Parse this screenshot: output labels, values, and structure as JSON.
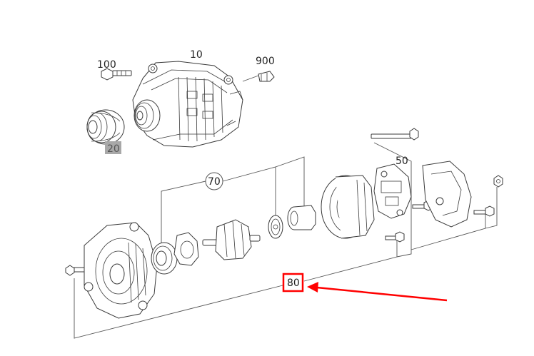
{
  "callouts": {
    "c100": "100",
    "c10": "10",
    "c900": "900",
    "c20": "20",
    "c70": "70",
    "c50": "50",
    "c80": "80"
  },
  "colors": {
    "highlight_box": "#ff0000",
    "arrow": "#ff0000",
    "label_20_background": "#a8a8a8",
    "line_art": "#3a3a3a"
  },
  "icons": {
    "arrow": "red-arrow-icon"
  }
}
